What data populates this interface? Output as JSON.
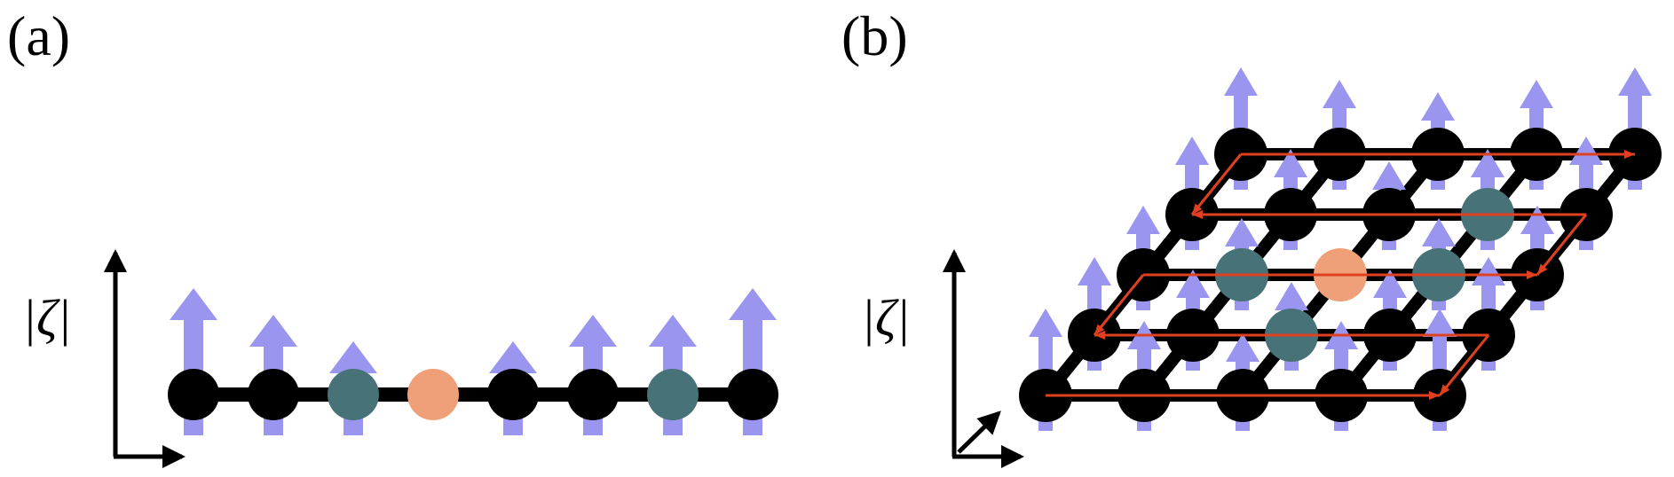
{
  "panel_a": {
    "label": "(a)",
    "axis_label": "|ζ|",
    "sites": [
      {
        "type": "black",
        "spin": 1.2
      },
      {
        "type": "black",
        "spin": 0.9
      },
      {
        "type": "teal",
        "spin": 0.6
      },
      {
        "type": "orange",
        "spin": 0
      },
      {
        "type": "black",
        "spin": 0.6
      },
      {
        "type": "black",
        "spin": 0.9
      },
      {
        "type": "teal",
        "spin": 0.9
      },
      {
        "type": "black",
        "spin": 1.2
      }
    ]
  },
  "panel_b": {
    "label": "(b)",
    "axis_label": "|ζ|",
    "rows": 5,
    "cols": 5,
    "teal_sites": [
      [
        1,
        2
      ],
      [
        2,
        1
      ],
      [
        2,
        3
      ],
      [
        3,
        3
      ]
    ],
    "orange_site": [
      2,
      2
    ]
  },
  "colors": {
    "site_black": "#000000",
    "site_teal": "#477278",
    "site_orange": "#f0a078",
    "spin_arrow": "#9a96f0",
    "path_arrow": "#e04020",
    "bond": "#000000"
  }
}
